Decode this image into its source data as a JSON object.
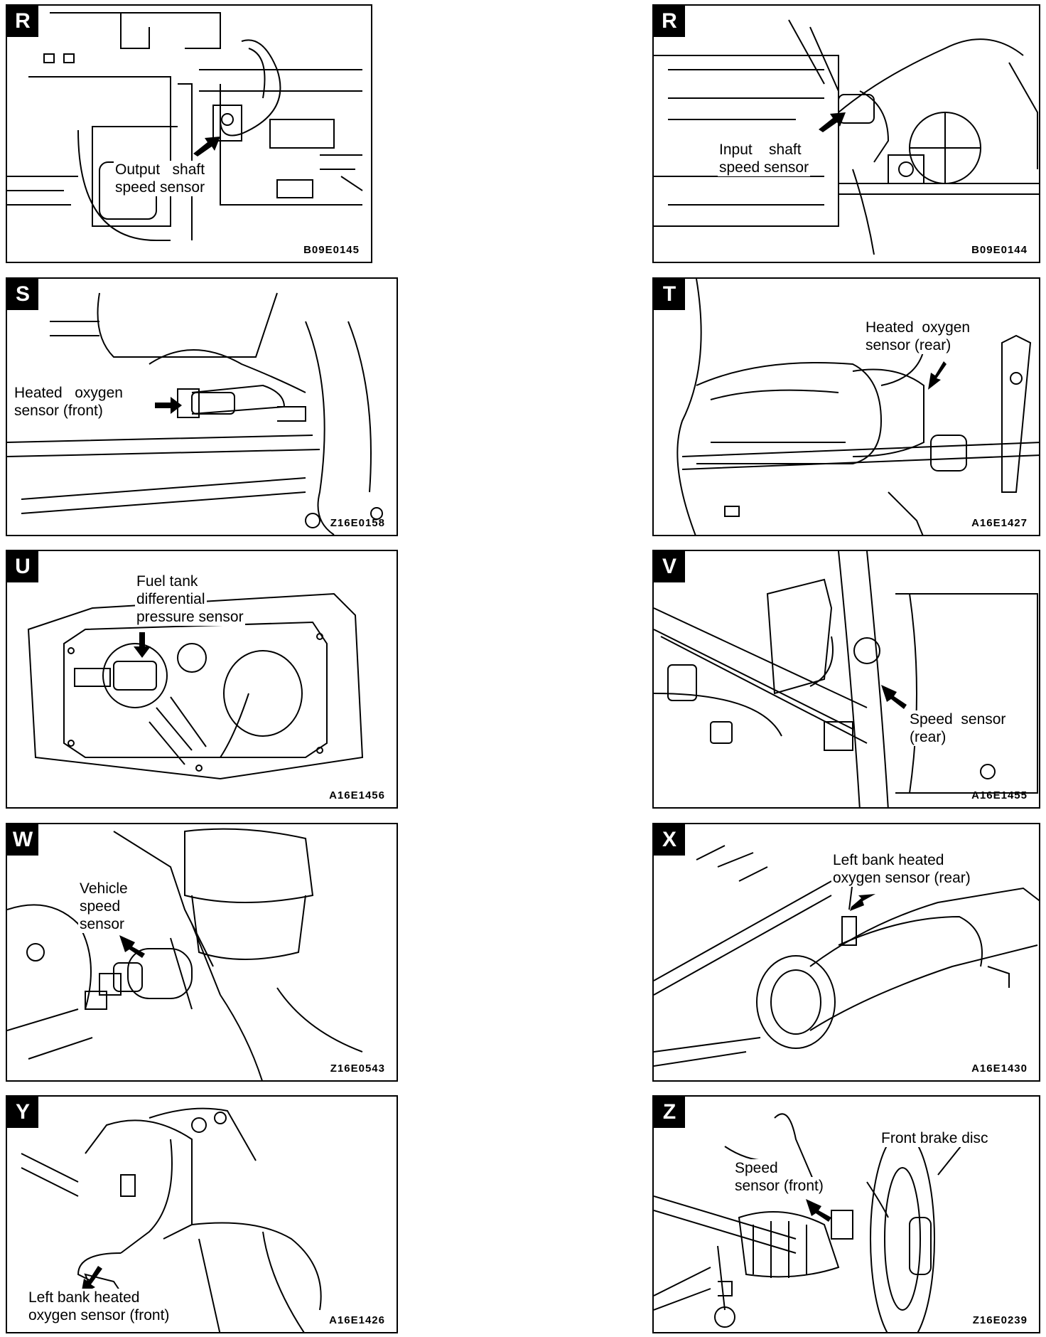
{
  "panels": [
    {
      "letter": "R",
      "code": "B09E0145",
      "labels": [
        "Output   shaft",
        "speed sensor"
      ]
    },
    {
      "letter": "R",
      "code": "B09E0144",
      "labels": [
        "Input    shaft",
        "speed sensor"
      ]
    },
    {
      "letter": "S",
      "code": "Z16E0158",
      "labels": [
        "Heated   oxygen",
        "sensor (front)"
      ]
    },
    {
      "letter": "T",
      "code": "A16E1427",
      "labels": [
        "Heated  oxygen",
        "sensor (rear)"
      ]
    },
    {
      "letter": "U",
      "code": "A16E1456",
      "labels": [
        "Fuel tank",
        "differential",
        "pressure sensor"
      ]
    },
    {
      "letter": "V",
      "code": "A16E1455",
      "labels": [
        "Speed  sensor",
        "(rear)"
      ]
    },
    {
      "letter": "W",
      "code": "Z16E0543",
      "labels": [
        "Vehicle",
        "speed",
        "sensor"
      ]
    },
    {
      "letter": "X",
      "code": "A16E1430",
      "labels": [
        "Left bank heated",
        "oxygen sensor (rear)"
      ]
    },
    {
      "letter": "Y",
      "code": "A16E1426",
      "labels": [
        "Left bank heated",
        "oxygen sensor (front)"
      ]
    },
    {
      "letter": "Z",
      "code": "Z16E0239",
      "labels": [
        "Front brake disc",
        "Speed",
        "sensor (front)"
      ]
    }
  ]
}
